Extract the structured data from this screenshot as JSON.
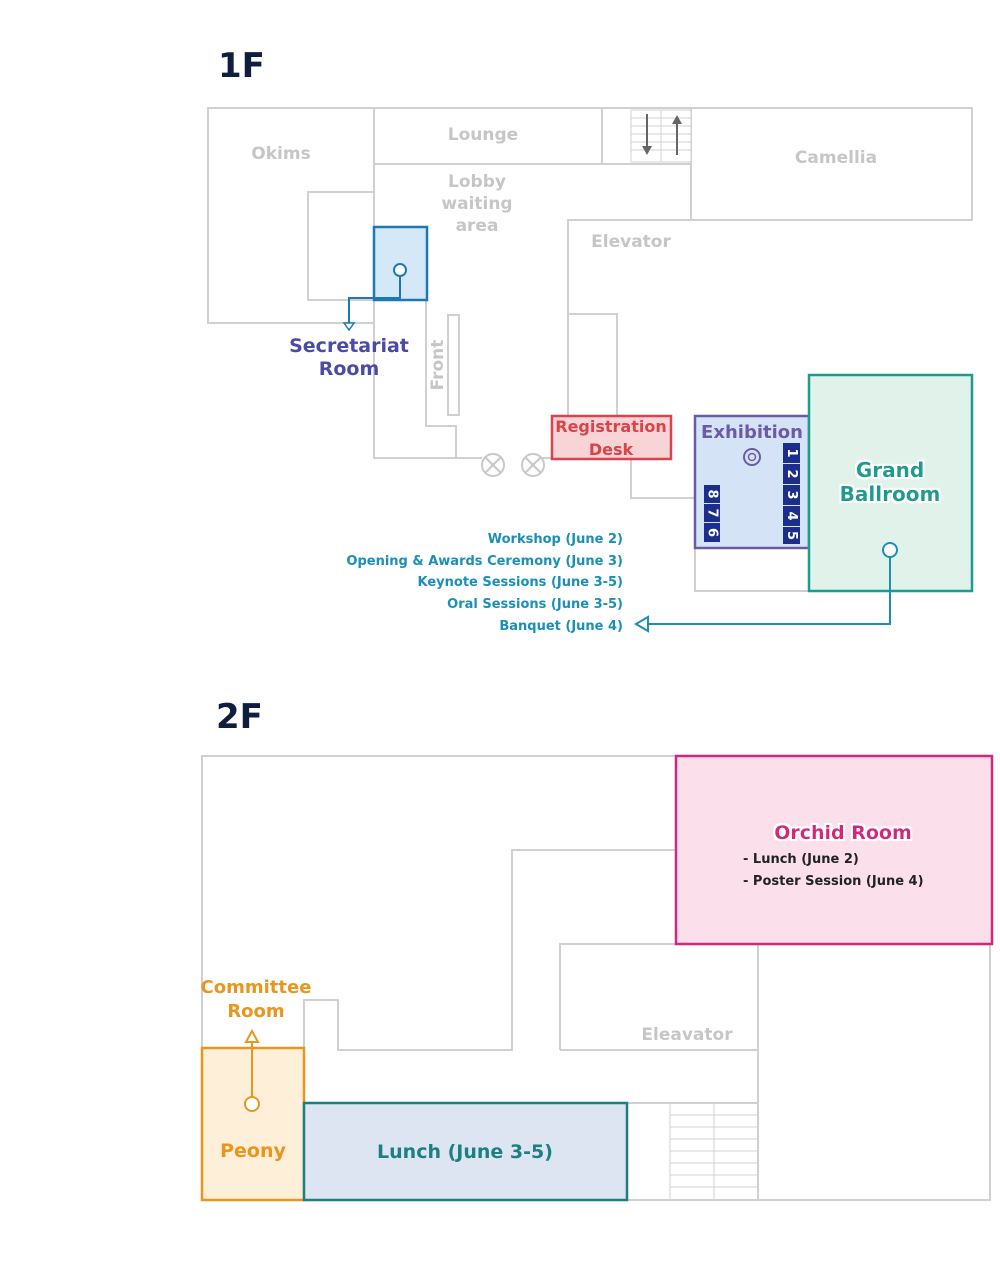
{
  "floor1": {
    "title": "1F",
    "rooms": {
      "okims": "Okims",
      "lounge": "Lounge",
      "camellia": "Camellia",
      "lobby_line1": "Lobby",
      "lobby_line2": "waiting",
      "lobby_line3": "area",
      "elevator": "Elevator",
      "front": "Front"
    },
    "secretariat": {
      "line1": "Secretariat",
      "line2": "Room",
      "color": "#1f78b4"
    },
    "registration": {
      "line1": "Registration",
      "line2": "Desk",
      "color": "#d9434b"
    },
    "exhibition": {
      "label": "Exhibition",
      "color": "#6c5aa8",
      "booths_right": [
        "1",
        "2",
        "3",
        "4",
        "5"
      ],
      "booths_left": [
        "8",
        "7",
        "6"
      ],
      "booth_color": "#1b2e8c"
    },
    "ballroom": {
      "line1": "Grand",
      "line2": "Ballroom",
      "color": "#1a9c8e",
      "events": [
        "Workshop (June 2)",
        "Opening & Awards Ceremony (June 3)",
        "Keynote Sessions (June 3-5)",
        "Oral Sessions (June 3-5)",
        "Banquet (June 4)"
      ],
      "events_color": "#1a8fb8"
    }
  },
  "floor2": {
    "title": "2F",
    "orchid": {
      "label": "Orchid Room",
      "items": [
        "- Lunch (June 2)",
        "- Poster Session (June 4)"
      ],
      "color": "#d6267c"
    },
    "elevator": "Eleavator",
    "committee": {
      "line1": "Committee",
      "line2": "Room",
      "color": "#e8961e"
    },
    "peony": "Peony",
    "lunch": {
      "label": "Lunch (June 3-5)",
      "color": "#1c7f80"
    }
  }
}
